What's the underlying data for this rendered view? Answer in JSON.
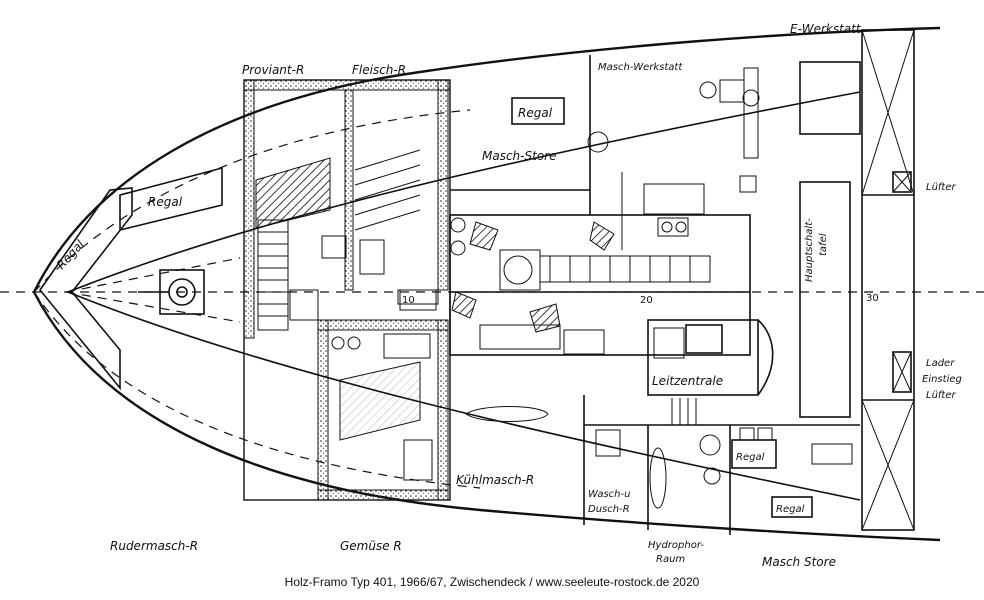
{
  "labels": {
    "e_werkstatt": "E-Werkstatt",
    "proviant": "Proviant-R",
    "fleisch": "Fleisch-R",
    "masch_werkstatt": "Masch-Werkstatt",
    "regal_top": "Regal",
    "masch_store_top": "Masch-Store",
    "regal_bow_upper": "Regal",
    "regal_bow_left": "Regal",
    "hauptschalttafel_1": "Hauptschalt-",
    "hauptschalttafel_2": "tafel",
    "luefter_1": "Lüfter",
    "lader_1": "Lader",
    "lader_2": "Einstieg",
    "lader_3": "Lüfter",
    "leitzentrale": "Leitzentrale",
    "kuehlmasch": "Kühlmasch-R",
    "wasch_1": "Wasch-u",
    "wasch_2": "Dusch-R",
    "regal_low_1": "Regal",
    "regal_low_2": "Regal",
    "rudermasch": "Rudermasch-R",
    "gemuese": "Gemüse R",
    "hydrophor_1": "Hydrophor-",
    "hydrophor_2": "Raum",
    "masch_store_bottom": "Masch Store",
    "frame_10": "10",
    "frame_20": "20",
    "frame_30": "30"
  },
  "caption": "Holz-Framo Typ 401, 1966/67, Zwischendeck / www.seeleute-rostock.de 2020"
}
